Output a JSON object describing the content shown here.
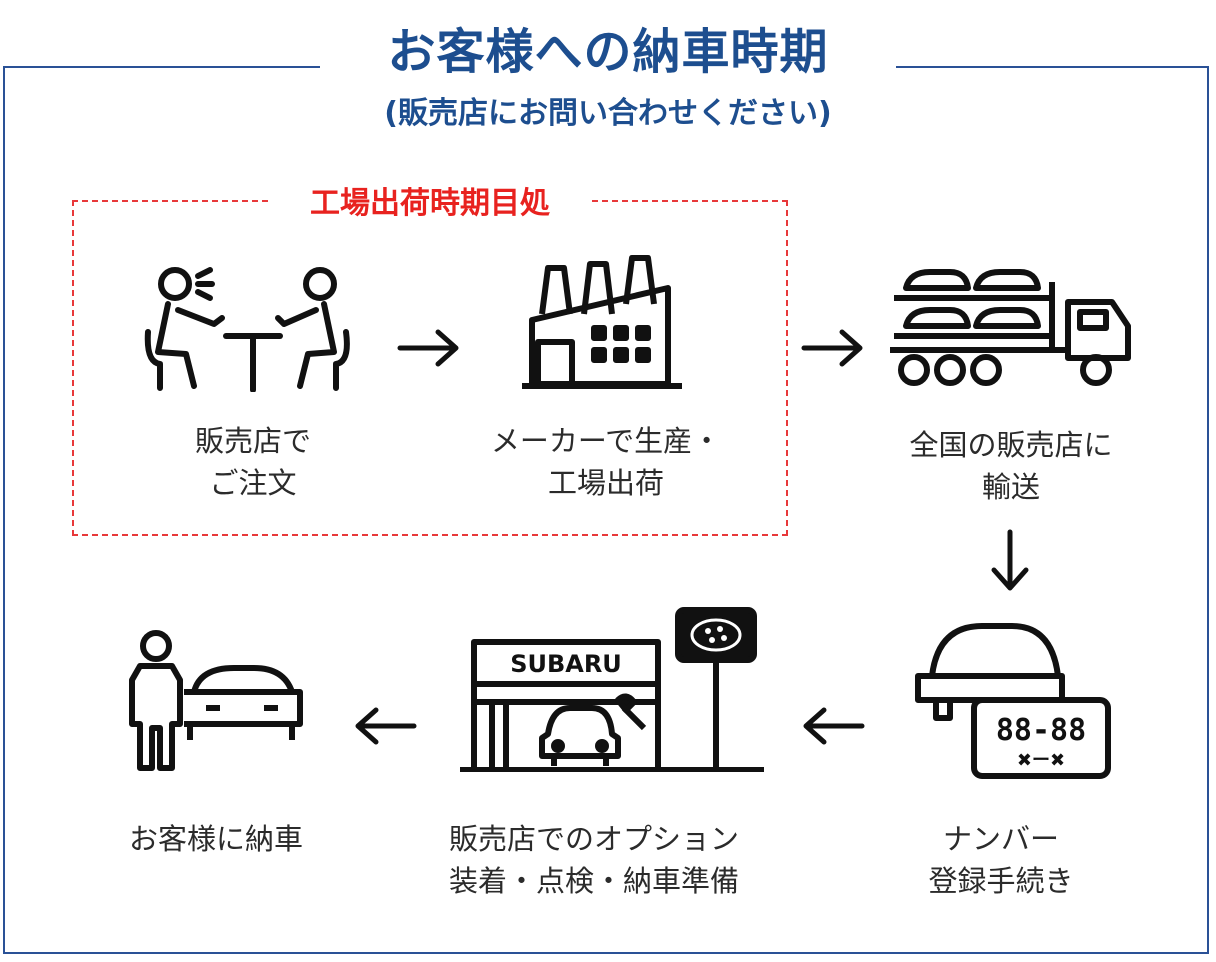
{
  "title": "お客様への納車時期",
  "subtitle": "(販売店にお問い合わせください)",
  "factory_window_label": "工場出荷時期目処",
  "colors": {
    "brand": "#1d4e8f",
    "accent_red": "#e8221f",
    "icon": "#111111"
  },
  "steps": [
    {
      "icon": "meeting-icon",
      "lines": [
        "販売店で",
        "ご注文"
      ]
    },
    {
      "icon": "factory-icon",
      "lines": [
        "メーカーで生産・",
        "工場出荷"
      ]
    },
    {
      "icon": "car-carrier-truck-icon",
      "lines": [
        "全国の販売店に",
        "輸送"
      ]
    },
    {
      "icon": "license-plate-car-icon",
      "lines": [
        "ナンバー",
        "登録手続き"
      ],
      "plate_number": "88-88",
      "plate_sub": "✖ー✖"
    },
    {
      "icon": "dealership-icon",
      "lines": [
        "販売店でのオプション",
        "装着・点検・納車準備"
      ],
      "sign_text": "SUBARU"
    },
    {
      "icon": "customer-car-icon",
      "lines": [
        "お客様に納車"
      ]
    }
  ]
}
